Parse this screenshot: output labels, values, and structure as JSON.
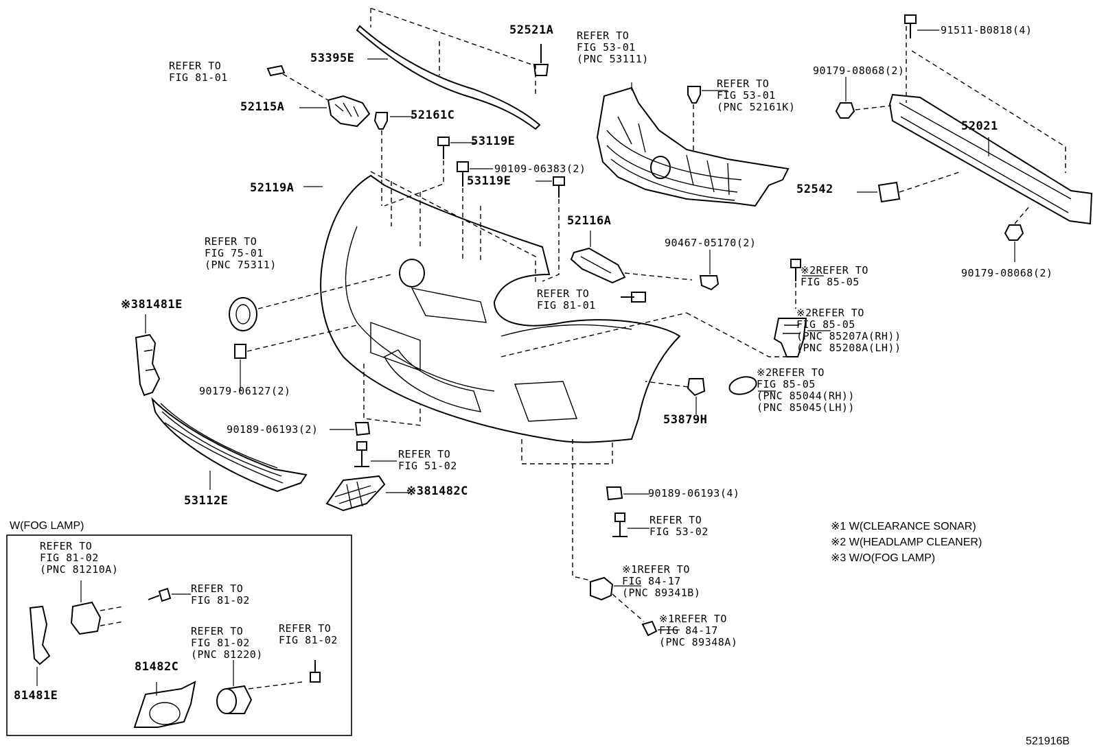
{
  "diagram_id": "521916B",
  "labels": {
    "p53395e": "53395E",
    "p52521a": "52521A",
    "p52115a": "52115A",
    "p52161c": "52161C",
    "p53119e_a": "53119E",
    "p53119e_b": "53119E",
    "p90109": "90109-06383(2)",
    "p52119a": "52119A",
    "p52116a": "52116A",
    "p90467": "90467-05170(2)",
    "p91511": "91511-B0818(4)",
    "p90179_08068_a": "90179-08068(2)",
    "p90179_08068_b": "90179-08068(2)",
    "p52021": "52021",
    "p52542": "52542",
    "p81481e": "81481E",
    "p90179_06127": "90179-06127(2)",
    "p90189_a": "90189-06193(2)",
    "p90189_b": "90189-06193(4)",
    "p53112e": "53112E",
    "p81482c": "81482C",
    "p53879h": "53879H",
    "fog_81481e": "81481E",
    "fog_81482c": "81482C"
  },
  "refers": {
    "r_81_01_top": "REFER TO\nFIG 81-01",
    "r_53_01_grille": "REFER TO\nFIG 53-01\n(PNC 53111)",
    "r_53_01_clip": "REFER TO\nFIG 53-01\n(PNC 52161K)",
    "r_75_01": "REFER TO\nFIG 75-01\n(PNC 75311)",
    "r_81_01_mid": "REFER TO\nFIG 81-01",
    "r_85_05_a": "REFER TO\nFIG 85-05",
    "r_85_05_b": "REFER TO\nFIG 85-05\n(PNC 85207A(RH))\n(PNC 85208A(LH))",
    "r_85_05_c": "REFER TO\nFIG 85-05\n(PNC 85044(RH))\n(PNC 85045(LH))",
    "r_51_02": "REFER TO\nFIG 51-02",
    "r_53_02": "REFER TO\nFIG 53-02",
    "r_84_17_a": "REFER TO\nFIG 84-17\n(PNC 89341B)",
    "r_84_17_b": "REFER TO\nFIG 84-17\n(PNC 89348A)",
    "r_fog_lamp": "REFER TO\nFIG 81-02\n(PNC 81210A)",
    "r_fog_screw": "REFER TO\nFIG 81-02",
    "r_fog_lamp2": "REFER TO\nFIG 81-02\n(PNC 81220)",
    "r_fog_screw2": "REFER TO\nFIG 81-02"
  },
  "marks": {
    "m1": "※1",
    "m2": "※2",
    "m3": "※3"
  },
  "legend": [
    "※1 W(CLEARANCE SONAR)",
    "※2 W(HEADLAMP CLEANER)",
    "※3 W/O(FOG LAMP)"
  ],
  "fog_box_title": "W(FOG LAMP)"
}
